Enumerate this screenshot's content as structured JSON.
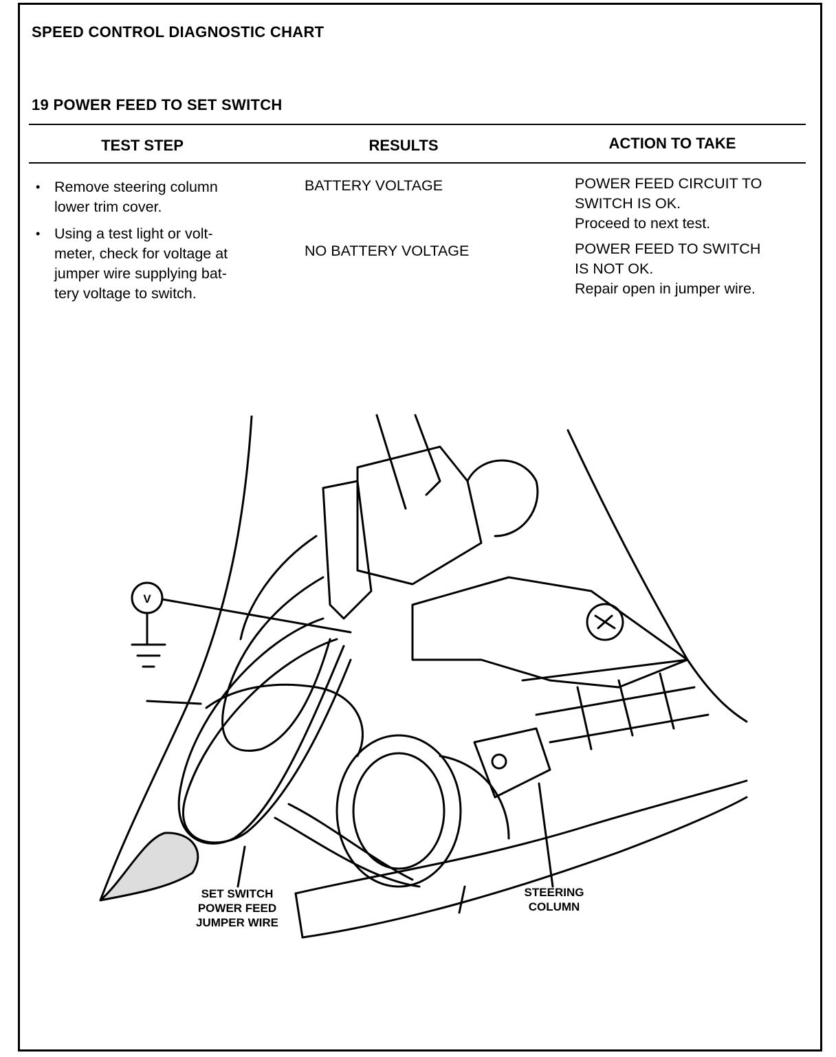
{
  "header": {
    "chart_title": "SPEED CONTROL DIAGNOSTIC CHART",
    "test_title": "19 POWER FEED TO SET SWITCH"
  },
  "table": {
    "columns": [
      "TEST STEP",
      "RESULTS",
      "ACTION TO TAKE"
    ],
    "steps": [
      [
        "Remove steering column",
        "lower trim cover."
      ],
      [
        "Using a test light or volt-",
        "meter, check for voltage at",
        "jumper wire supplying bat-",
        "tery voltage to switch."
      ]
    ],
    "results": [
      {
        "result": "BATTERY VOLTAGE",
        "action": [
          "POWER FEED CIRCUIT TO",
          "SWITCH IS OK.",
          "Proceed to next test."
        ]
      },
      {
        "result": "NO BATTERY VOLTAGE",
        "action": [
          "POWER FEED TO SWITCH",
          "IS NOT OK.",
          "Repair open in jumper wire."
        ]
      }
    ]
  },
  "illustration": {
    "meter_symbol": "V",
    "icons": [
      "voltmeter-icon",
      "ground-symbol-icon"
    ],
    "callouts": {
      "jumper_wire": [
        "SET SWITCH",
        "POWER FEED",
        "JUMPER WIRE"
      ],
      "steering_column": [
        "STEERING",
        "COLUMN"
      ]
    }
  }
}
